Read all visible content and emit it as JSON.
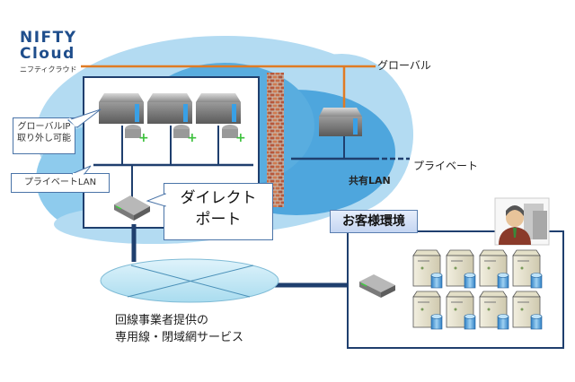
{
  "logo": {
    "title_line1": "NIFTY",
    "title_line2": "Cloud",
    "subtitle": "ニフティクラウド"
  },
  "network_labels": {
    "global": "グローバル",
    "private": "プライベート",
    "shared_lan": "共有LAN"
  },
  "callouts": {
    "global_ip": [
      "グローバルIP",
      "取り外し可能"
    ],
    "private_lan": "プライベートLAN",
    "direct_port": [
      "ダイレクト",
      "ポート"
    ]
  },
  "carrier_service": [
    "回線事業者提供の",
    "専用線・閉域網サービス"
  ],
  "customer_env": {
    "label": "お客様環境",
    "server_count": 8
  },
  "cloud_servers": {
    "count": 3
  },
  "colors": {
    "global_line": "#e07b24",
    "lan_line": "#1f3f6e",
    "cloud_light": "#a9d3ee",
    "cloud_dark": "#3f9ad8",
    "brick": "#b8573a"
  }
}
